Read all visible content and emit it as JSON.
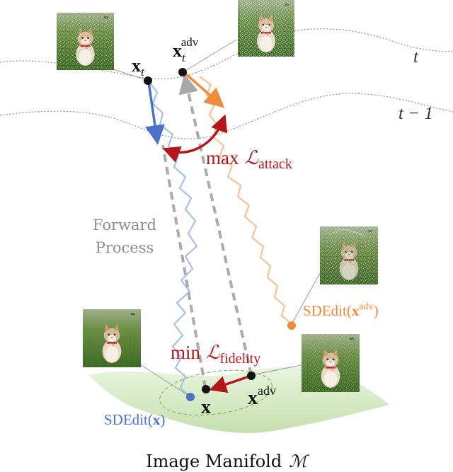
{
  "labels": {
    "x_t": "x",
    "x_t_sub": "t",
    "x_t_adv": "x",
    "x_t_adv_sub": "t",
    "x_t_adv_sup": "adv",
    "t_label": "t",
    "t_minus_1_label": "t − 1",
    "max_attack_prefix": "max",
    "max_attack_L": "ℒ",
    "max_attack_sub": "attack",
    "min_fidelity_prefix": "min",
    "min_fidelity_L": "ℒ",
    "min_fidelity_sub": "fidelity",
    "forward_process_line1": "Forward",
    "forward_process_line2": "Process",
    "sdedit_adv_prefix": "SDEdit(",
    "sdedit_adv_x": "x",
    "sdedit_adv_sup": "adv",
    "sdedit_adv_suffix": ")",
    "sdedit_x_prefix": "SDEdit(",
    "sdedit_x_x": "x",
    "sdedit_x_suffix": ")",
    "x_clean": "x",
    "x_adv": "x",
    "x_adv_sup": "adv",
    "manifold_title": "Image Manifold",
    "manifold_symbol": "ℳ"
  },
  "colors": {
    "blue": "#4a72c6",
    "blue_light": "#a9c0e6",
    "orange": "#f08a3c",
    "orange_light": "#f7c29a",
    "red": "#b3171c",
    "gray": "#9a9a9a",
    "manifold_green": "#cfe7bc"
  },
  "icons": [
    "cat-thumbnail-xt",
    "cat-thumbnail-xt-adv",
    "cat-thumbnail-sdedit-adv",
    "cat-thumbnail-sdedit-x",
    "cat-thumbnail-x-adv"
  ]
}
